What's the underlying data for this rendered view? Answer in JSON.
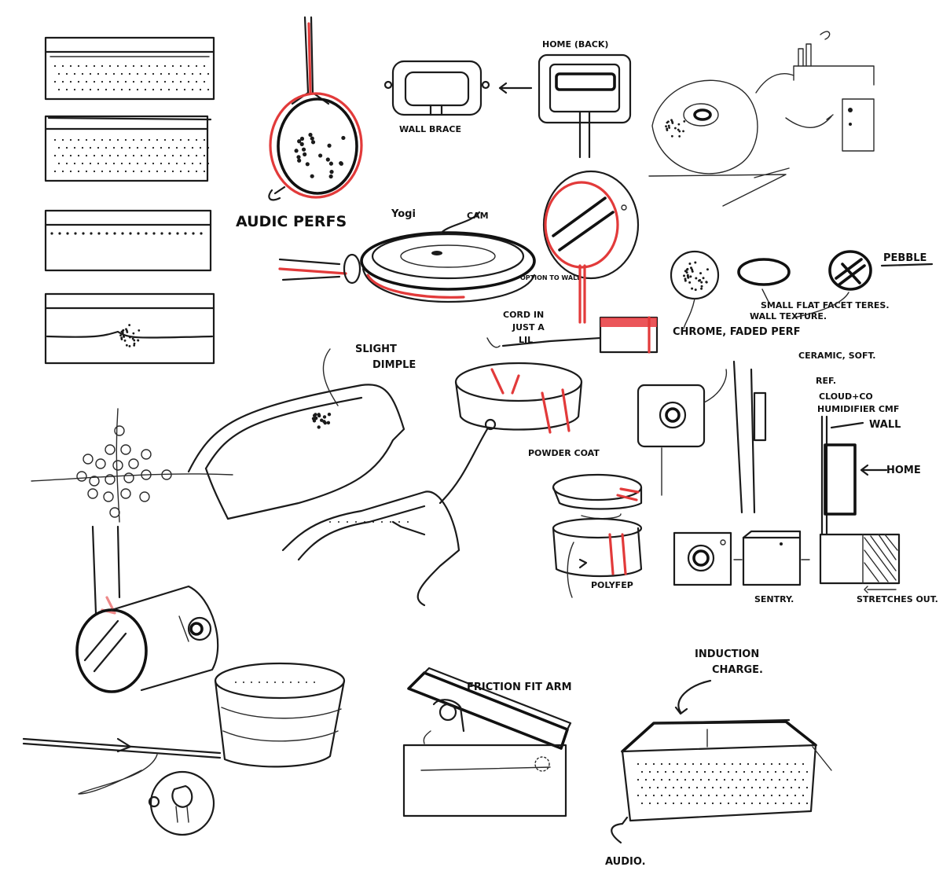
{
  "labels": {
    "audio_perf": "AUDIC PERFS",
    "yogi": "Yogi",
    "cam": "CAM",
    "home_back": "HOME (BACK)",
    "wall_brace": "WALL BRACE",
    "option_wall": "OPTION TO WALL",
    "cord_in": "CORD IN",
    "just_a": "JUST A",
    "lil": "LIL",
    "pebble": "PEBBLE",
    "small_flat_facet": "SMALL FLAT FACET TERES.",
    "wall_texture": "WALL TEXTURE.",
    "chrome_faded": "CHROME, FADED PERF",
    "ceramic_soft": "CERAMIC, SOFT.",
    "ref": "REF.",
    "cloud_co": "CLOUD+CO",
    "humidifier_cmf": "HUMIDIFIER CMF",
    "wall": "WALL",
    "home": "HOME",
    "slight": "SLIGHT",
    "dimple": "DIMPLE",
    "powder_coat": "POWDER COAT",
    "poly_fep": "POLYFEP",
    "sentry": "SENTRY.",
    "stretches_out": "STRETCHES OUT.",
    "friction_fit_arm": "FRICTION FIT ARM",
    "induction": "INDUCTION",
    "charge": "CHARGE.",
    "audio": "AUDIO."
  },
  "colors": {
    "ink": "#1b1b1b",
    "accent_red": "#e23a3a",
    "paper": "#ffffff"
  }
}
